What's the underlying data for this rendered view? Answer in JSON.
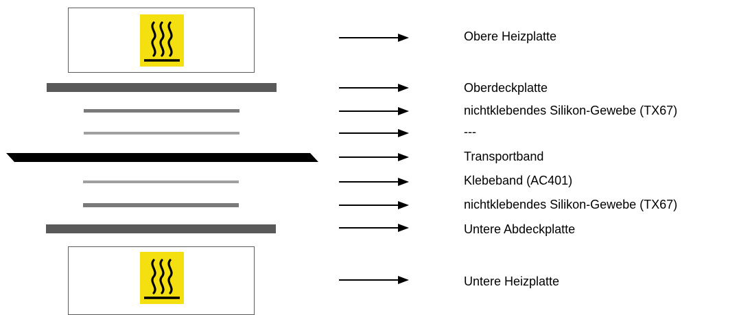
{
  "colors": {
    "warning_yellow": "#f4e011",
    "plate_dark": "#595959",
    "fabric_mid": "#7a7a7a",
    "fabric_light": "#a0a0a0",
    "belt": "#000000"
  },
  "icons": [
    "hot-surface-warning-icon",
    "arrow-right-icon"
  ],
  "layers": [
    {
      "label": "Obere Heizplatte"
    },
    {
      "label": "Oberdeckplatte"
    },
    {
      "label": "nichtklebendes Silikon-Gewebe (TX67)"
    },
    {
      "label": "---"
    },
    {
      "label": "Transportband"
    },
    {
      "label": "Klebeband (AC401)"
    },
    {
      "label": "nichtklebendes Silikon-Gewebe (TX67)"
    },
    {
      "label": "Untere Abdeckplatte"
    },
    {
      "label": "Untere Heizplatte"
    }
  ]
}
